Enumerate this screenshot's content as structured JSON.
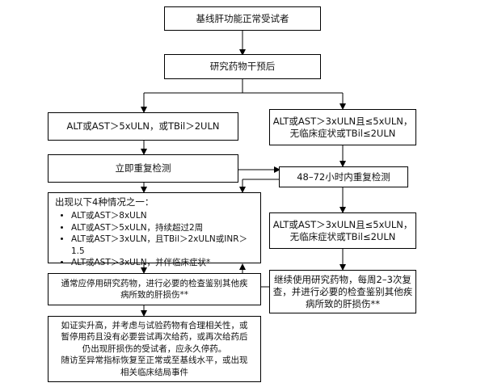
{
  "nodes": {
    "baseline": "基线肝功能正常受试者",
    "intervention": "研究药物干预后",
    "left_branch": "ALT或AST＞5xULN，或TBil＞2ULN",
    "right_branch": [
      "ALT或AST＞3xULN且≤5xULN，",
      "无临床症状或TBil≤2ULN"
    ],
    "recheck_now": "立即重复检测",
    "recheck_48_72": "48–72小时内重复检测",
    "conditions_title": "出现以下4种情况之一：",
    "conditions": [
      "ALT或AST＞8xULN",
      "ALT或AST＞5xULN，持续超过2周",
      "ALT或AST＞3xULN，且TBil＞2xULN或INR＞1.5",
      "ALT或AST＞3xULN，并伴临床症状*"
    ],
    "right_recheck_result": [
      "ALT或AST＞3xULN且≤5xULN，",
      "无临床症状或TBil≤2ULN"
    ],
    "stop_drug": [
      "通常应停用研究药物，进行必要的检查鉴别其他疾",
      "病所致的肝损伤**"
    ],
    "continue_drug": [
      "继续使用研究药物，每周2–3次复",
      "查，并进行必要的检查鉴别其他疾",
      "病所致的肝损伤**"
    ],
    "final": [
      "如证实升高，并考虑与试验药物有合理相关性，或",
      "暂停用药且没有必要尝试再次给药，或再次给药后",
      "仍出现肝损伤的受试者，应永久停药。",
      "随访至异常指标恢复至正常或至基线水平，或出现",
      "相关临床结局事件"
    ]
  }
}
